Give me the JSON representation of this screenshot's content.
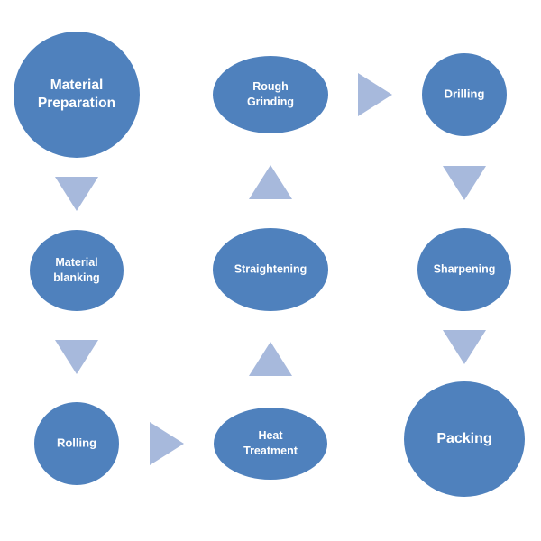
{
  "colors": {
    "node_fill": "#4F81BD",
    "arrow_fill": "#A7B9DC",
    "text": "#FFFFFF",
    "background": "#FFFFFF"
  },
  "nodes": {
    "material_preparation": {
      "lines": [
        "Material",
        "Preparation"
      ]
    },
    "material_blanking": {
      "lines": [
        "Material",
        "blanking"
      ]
    },
    "rolling": {
      "lines": [
        "Rolling"
      ]
    },
    "heat_treatment": {
      "lines": [
        "Heat",
        "Treatment"
      ]
    },
    "straightening": {
      "lines": [
        "Straightening"
      ]
    },
    "rough_grinding": {
      "lines": [
        "Rough",
        "Grinding"
      ]
    },
    "drilling": {
      "lines": [
        "Drilling"
      ]
    },
    "sharpening": {
      "lines": [
        "Sharpening"
      ]
    },
    "packing": {
      "lines": [
        "Packing"
      ]
    }
  },
  "arrows": [
    {
      "from": "material_preparation",
      "to": "material_blanking",
      "direction": "down"
    },
    {
      "from": "material_blanking",
      "to": "rolling",
      "direction": "down"
    },
    {
      "from": "rolling",
      "to": "heat_treatment",
      "direction": "right"
    },
    {
      "from": "heat_treatment",
      "to": "straightening",
      "direction": "up"
    },
    {
      "from": "straightening",
      "to": "rough_grinding",
      "direction": "up"
    },
    {
      "from": "rough_grinding",
      "to": "drilling",
      "direction": "right"
    },
    {
      "from": "drilling",
      "to": "sharpening",
      "direction": "down"
    },
    {
      "from": "sharpening",
      "to": "packing",
      "direction": "down"
    }
  ]
}
